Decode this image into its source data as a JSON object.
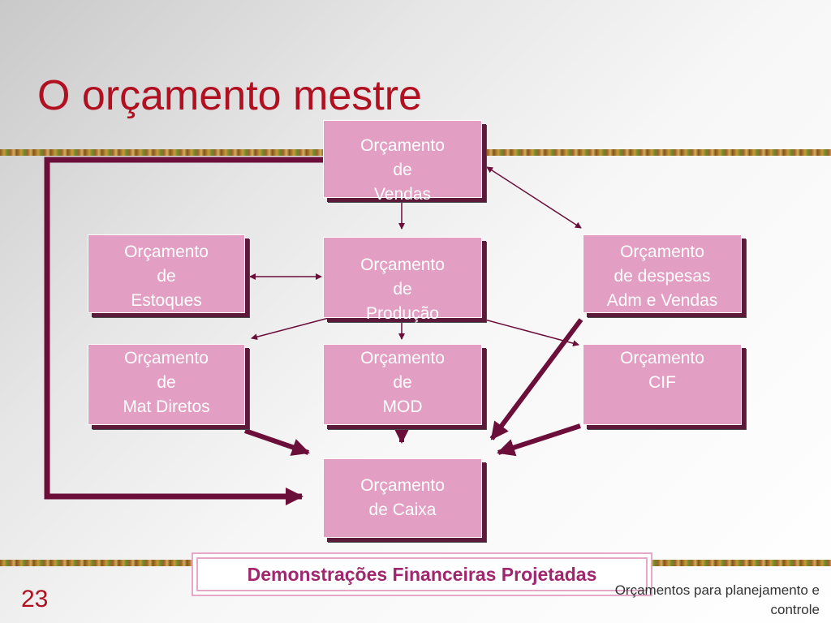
{
  "slide": {
    "title": "O orçamento mestre",
    "number": "23",
    "footer": "Orçamentos para planejamento e controle"
  },
  "diagram": {
    "boxes": {
      "vendas": [
        "Orçamento",
        "de",
        "Vendas"
      ],
      "estoques": [
        "Orçamento",
        "de",
        "Estoques"
      ],
      "producao": [
        "Orçamento",
        "de",
        "Produção"
      ],
      "despesas": [
        "Orçamento",
        "de despesas",
        "Adm e Vendas"
      ],
      "mat_diretos": [
        "Orçamento",
        "de",
        "Mat Diretos"
      ],
      "mod": [
        "Orçamento",
        "de",
        "MOD"
      ],
      "cif": [
        "Orçamento",
        "CIF"
      ],
      "caixa": [
        "Orçamento",
        "de Caixa"
      ]
    },
    "banner": "Demonstrações Financeiras Projetadas"
  },
  "colors": {
    "title": "#b01020",
    "box_fill": "#e39ec3",
    "connector": "#6b0f3a",
    "banner_text": "#a0266e"
  }
}
